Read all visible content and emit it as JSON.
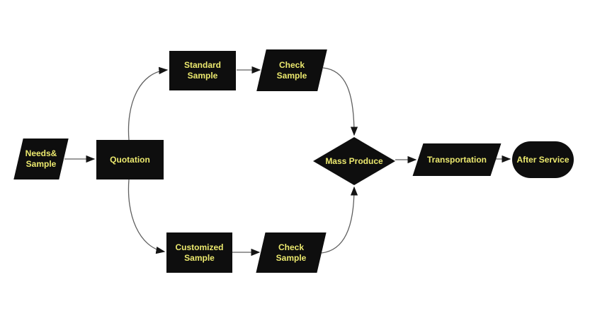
{
  "diagram": {
    "background": "#ffffff",
    "node_fill": "#0e0e0e",
    "label_color": "#ece96e",
    "connector_color": "#5f5f5f",
    "arrowhead_color": "#141414",
    "nodes": [
      {
        "id": "needs-sample",
        "shape": "parallelogram",
        "lines": [
          "Needs&",
          "Sample"
        ]
      },
      {
        "id": "quotation",
        "shape": "rectangle",
        "lines": [
          "Quotation"
        ]
      },
      {
        "id": "standard-sample",
        "shape": "rectangle",
        "lines": [
          "Standard",
          "Sample"
        ]
      },
      {
        "id": "check-sample-top",
        "shape": "parallelogram",
        "lines": [
          "Check",
          "Sample"
        ]
      },
      {
        "id": "customized-sample",
        "shape": "rectangle",
        "lines": [
          "Customized",
          "Sample"
        ]
      },
      {
        "id": "check-sample-bottom",
        "shape": "parallelogram",
        "lines": [
          "Check",
          "Sample"
        ]
      },
      {
        "id": "mass-produce",
        "shape": "diamond",
        "lines": [
          "Mass Produce"
        ]
      },
      {
        "id": "transportation",
        "shape": "parallelogram",
        "lines": [
          "Transportation"
        ]
      },
      {
        "id": "after-service",
        "shape": "stadium",
        "lines": [
          "After Service"
        ]
      }
    ],
    "edges": [
      {
        "from": "needs-sample",
        "to": "quotation"
      },
      {
        "from": "quotation",
        "to": "standard-sample"
      },
      {
        "from": "standard-sample",
        "to": "check-sample-top"
      },
      {
        "from": "check-sample-top",
        "to": "mass-produce"
      },
      {
        "from": "quotation",
        "to": "customized-sample"
      },
      {
        "from": "customized-sample",
        "to": "check-sample-bottom"
      },
      {
        "from": "check-sample-bottom",
        "to": "mass-produce"
      },
      {
        "from": "mass-produce",
        "to": "transportation"
      },
      {
        "from": "transportation",
        "to": "after-service"
      }
    ]
  }
}
